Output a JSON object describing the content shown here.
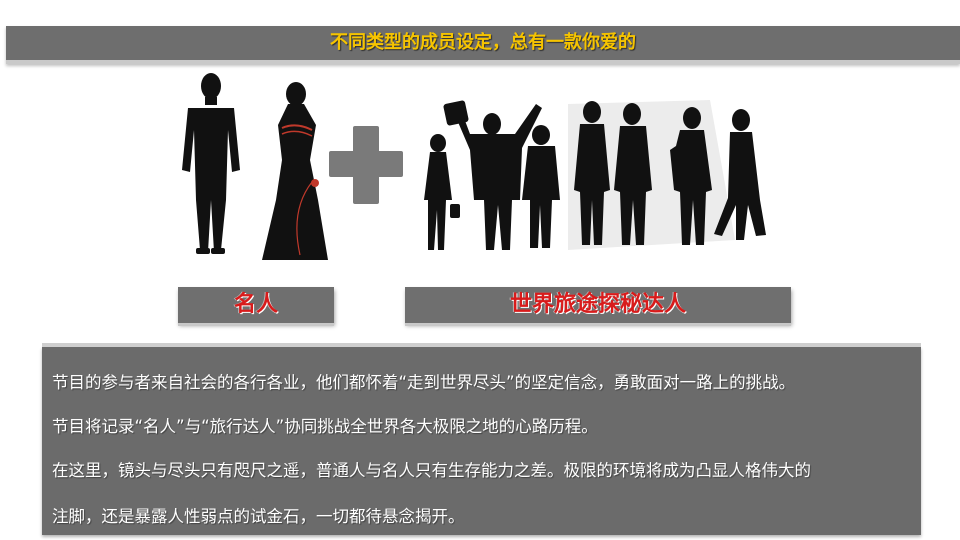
{
  "header": {
    "title": "不同类型的成员设定，总有一款你爱的"
  },
  "labels": {
    "celebrity": "名人",
    "explorer": "世界旅途探秘达人"
  },
  "description": {
    "lines": [
      "节目的参与者来自社会的各行各业，他们都怀着“走到世界尽头”的坚定信念，勇敢面对一路上的挑战。",
      "节目将记录“名人”与“旅行达人”协同挑战全世界各大极限之地的心路历程。",
      "在这里，镜头与尽头只有咫尺之遥，普通人与名人只有生存能力之差。极限的环境将成为凸显人格伟大的",
      "注脚，还是暴露人性弱点的试金石，一切都待悬念揭开。"
    ]
  },
  "colors": {
    "title_text": "#f6c400",
    "label_text": "#d81b1b",
    "bar_gray": "#6e6e6e"
  }
}
